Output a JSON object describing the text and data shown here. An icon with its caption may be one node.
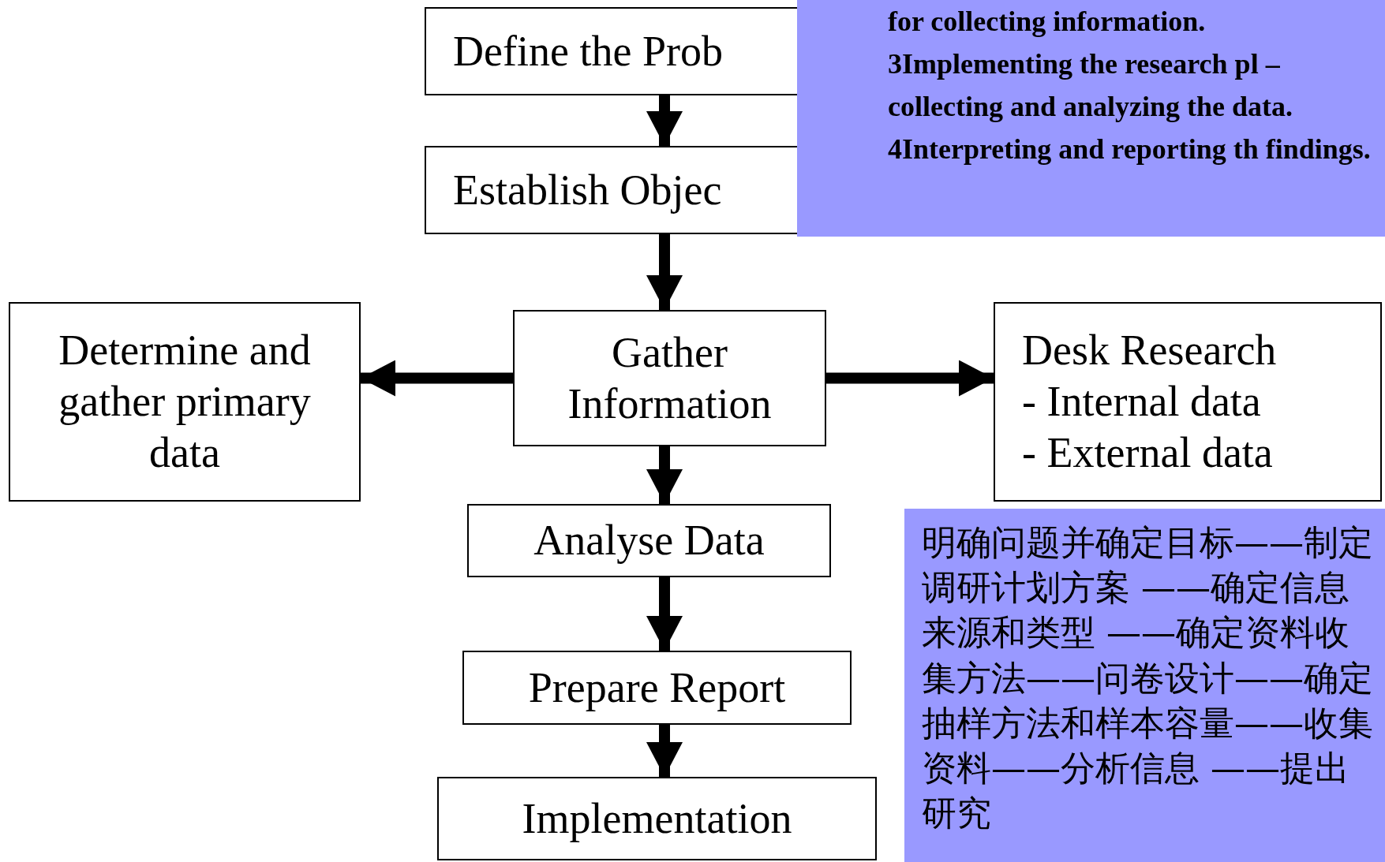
{
  "diagram": {
    "nodes": [
      {
        "text": [
          "Define the Prob"
        ]
      },
      {
        "text": [
          "for collecting information.",
          "3Implementing the research pl – collecting and analyzing the data.",
          "4Interpreting and reporting th findings."
        ]
      },
      {
        "text": [
          "Establish Objec"
        ]
      },
      {
        "text": [
          "Determine and gather primary data"
        ]
      },
      {
        "text": [
          "Gather Information"
        ]
      },
      {
        "text": [
          "Desk Research",
          "- Internal data",
          "- External data"
        ]
      },
      {
        "text": [
          "Analyse Data"
        ]
      },
      {
        "text": [
          "明确问题并确定目标——制定调研计划方案 ——确定信息来源和类型 ——确定资料收集方法——问卷设计——确定抽样方法和样本容量——收集资料——分析信息 ——提出研究"
        ]
      },
      {
        "text": [
          "Prepare Report"
        ]
      },
      {
        "text": [
          "Implementation"
        ]
      }
    ],
    "edges": [
      {
        "from": 0,
        "to": 2,
        "arrow": "to"
      },
      {
        "from": 2,
        "to": 4,
        "arrow": "to"
      },
      {
        "from": 4,
        "to": 3,
        "arrow": "to"
      },
      {
        "from": 4,
        "to": 5,
        "arrow": "to"
      },
      {
        "from": 4,
        "to": 6,
        "arrow": "to"
      },
      {
        "from": 6,
        "to": 8,
        "arrow": "to"
      },
      {
        "from": 8,
        "to": 9,
        "arrow": "to"
      }
    ]
  }
}
